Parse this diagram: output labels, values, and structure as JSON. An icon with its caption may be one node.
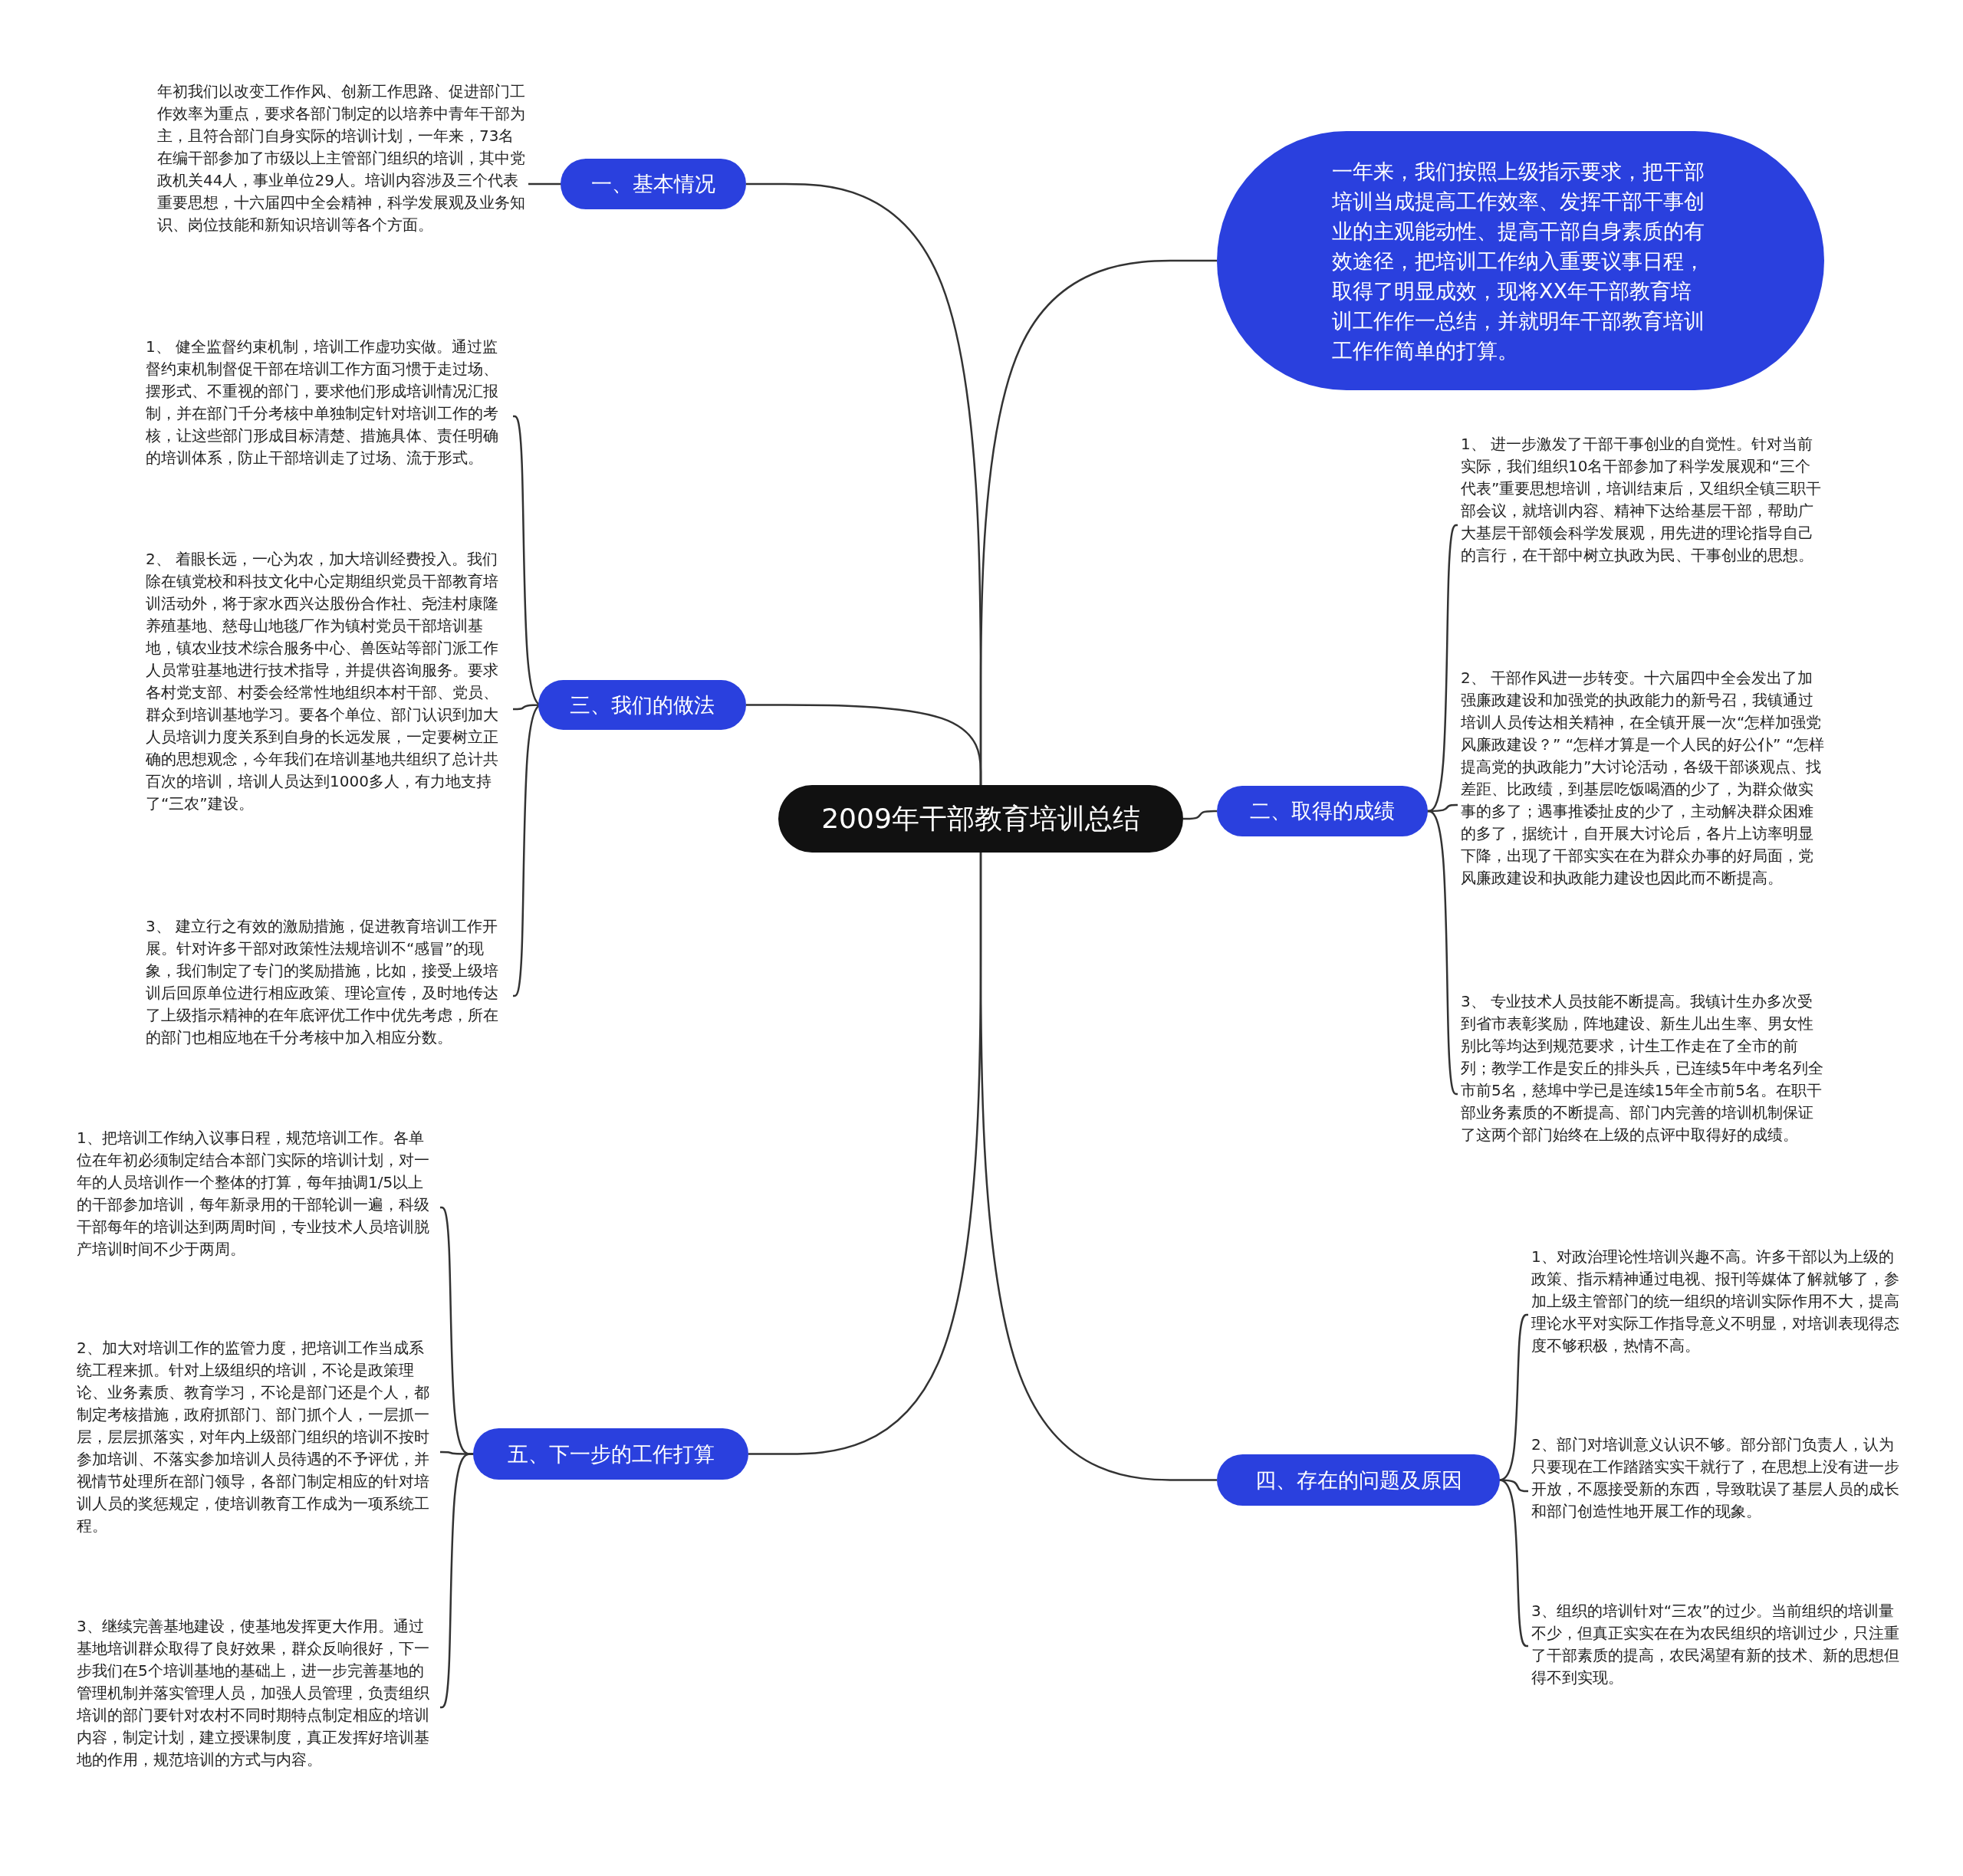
{
  "diagram": {
    "nodes": [
      {
        "text": [
          "2009年干部教育培训总结"
        ]
      },
      {
        "text": [
          "一、基本情况"
        ]
      },
      {
        "text": [
          "年初我们以改变工作作风、创新工作思路、促进部门工作效率为重点，要求各部门制定的以培养中青年干部为主，且符合部门自身实际的培训计划，一年来，73名在编干部参加了市级以上主管部门组织的培训，其中党政机关44人，事业单位29人。培训内容涉及三个代表重要思想，十六届四中全会精神，科学发展观及业务知识、岗位技能和新知识培训等各个方面。"
        ]
      },
      {
        "text": [
          "一年来，我们按照上级指示要求，把干部培训当成提高工作效率、发挥干部干事创业的主观能动性、提高干部自身素质的有效途径，把培训工作纳入重要议事日程，取得了明显成效，现将XX年干部教育培训工作作一总结，并就明年干部教育培训工作作简单的打算。"
        ]
      },
      {
        "text": [
          "二、取得的成绩"
        ]
      },
      {
        "text": [
          "1、 进一步激发了干部干事创业的自觉性。针对当前实际，我们组织10名干部参加了科学发展观和“三个代表”重要思想培训，培训结束后，又组织全镇三职干部会议，就培训内容、精神下达给基层干部，帮助广大基层干部领会科学发展观，用先进的理论指导自己的言行，在干部中树立执政为民、干事创业的思想。"
        ]
      },
      {
        "text": [
          "2、 干部作风进一步转变。十六届四中全会发出了加强廉政建设和加强党的执政能力的新号召，我镇通过培训人员传达相关精神，在全镇开展一次“怎样加强党风廉政建设？” “怎样才算是一个人民的好公仆” “怎样提高党的执政能力”大讨论活动，各级干部谈观点、找差距、比政绩，到基层吃饭喝酒的少了，为群众做实事的多了；遇事推诿扯皮的少了，主动解决群众困难的多了，据统计，自开展大讨论后，各片上访率明显下降，出现了干部实实在在为群众办事的好局面，党风廉政建设和执政能力建设也因此而不断提高。"
        ]
      },
      {
        "text": [
          "3、 专业技术人员技能不断提高。我镇计生办多次受到省市表彰奖励，阵地建设、新生儿出生率、男女性别比等均达到规范要求，计生工作走在了全市的前列；教学工作是安丘的排头兵，已连续5年中考名列全市前5名，慈埠中学已是连续15年全市前5名。在职干部业务素质的不断提高、部门内完善的培训机制保证了这两个部门始终在上级的点评中取得好的成绩。"
        ]
      },
      {
        "text": [
          "三、我们的做法"
        ]
      },
      {
        "text": [
          "1、 健全监督约束机制，培训工作虚功实做。通过监督约束机制督促干部在培训工作方面习惯于走过场、摆形式、不重视的部门，要求他们形成培训情况汇报制，并在部门千分考核中单独制定针对培训工作的考核，让这些部门形成目标清楚、措施具体、责任明确的培训体系，防止干部培训走了过场、流于形式。"
        ]
      },
      {
        "text": [
          "2、 着眼长远，一心为农，加大培训经费投入。我们除在镇党校和科技文化中心定期组织党员干部教育培训活动外，将于家水西兴达股份合作社、尧洼村康隆养殖基地、慈母山地毯厂作为镇村党员干部培训基地，镇农业技术综合服务中心、兽医站等部门派工作人员常驻基地进行技术指导，并提供咨询服务。要求各村党支部、村委会经常性地组织本村干部、党员、群众到培训基地学习。要各个单位、部门认识到加大人员培训力度关系到自身的长远发展，一定要树立正确的思想观念，今年我们在培训基地共组织了总计共百次的培训，培训人员达到1000多人，有力地支持了“三农”建设。"
        ]
      },
      {
        "text": [
          "3、 建立行之有效的激励措施，促进教育培训工作开展。针对许多干部对政策性法规培训不“感冒”的现象，我们制定了专门的奖励措施，比如，接受上级培训后回原单位进行相应政策、理论宣传，及时地传达了上级指示精神的在年底评优工作中优先考虑，所在的部门也相应地在千分考核中加入相应分数。"
        ]
      },
      {
        "text": [
          "四、存在的问题及原因"
        ]
      },
      {
        "text": [
          "1、对政治理论性培训兴趣不高。许多干部以为上级的政策、指示精神通过电视、报刊等媒体了解就够了，参加上级主管部门的统一组织的培训实际作用不大，提高理论水平对实际工作指导意义不明显，对培训表现得态度不够积极，热情不高。"
        ]
      },
      {
        "text": [
          "2、部门对培训意义认识不够。部分部门负责人，认为只要现在工作踏踏实实干就行了，在思想上没有进一步开放，不愿接受新的东西，导致耽误了基层人员的成长和部门创造性地开展工作的现象。"
        ]
      },
      {
        "text": [
          "3、组织的培训针对“三农”的过少。当前组织的培训量不少，但真正实实在在为农民组织的培训过少，只注重了干部素质的提高，农民渴望有新的技术、新的思想但得不到实现。"
        ]
      },
      {
        "text": [
          "五、下一步的工作打算"
        ]
      },
      {
        "text": [
          "1、把培训工作纳入议事日程，规范培训工作。各单位在年初必须制定结合本部门实际的培训计划，对一年的人员培训作一个整体的打算，每年抽调1/5以上的干部参加培训，每年新录用的干部轮训一遍，科级干部每年的培训达到两周时间，专业技术人员培训脱产培训时间不少于两周。"
        ]
      },
      {
        "text": [
          "2、加大对培训工作的监管力度，把培训工作当成系统工程来抓。针对上级组织的培训，不论是政策理论、业务素质、教育学习，不论是部门还是个人，都制定考核措施，政府抓部门、部门抓个人，一层抓一层，层层抓落实，对年内上级部门组织的培训不按时参加培训、不落实参加培训人员待遇的不予评优，并视情节处理所在部门领导，各部门制定相应的针对培训人员的奖惩规定，使培训教育工作成为一项系统工程。"
        ]
      },
      {
        "text": [
          "3、继续完善基地建设，使基地发挥更大作用。通过基地培训群众取得了良好效果，群众反响很好，下一步我们在5个培训基地的基础上，进一步完善基地的管理机制并落实管理人员，加强人员管理，负责组织培训的部门要针对农村不同时期特点制定相应的培训内容，制定计划，建立授课制度，真正发挥好培训基地的作用，规范培训的方式与内容。"
        ]
      }
    ],
    "edges": [
      {
        "from": 0,
        "to": 1,
        "arrow": "none"
      },
      {
        "from": 1,
        "to": 2,
        "arrow": "none"
      },
      {
        "from": 0,
        "to": 3,
        "arrow": "none"
      },
      {
        "from": 0,
        "to": 4,
        "arrow": "none"
      },
      {
        "from": 4,
        "to": 5,
        "arrow": "none"
      },
      {
        "from": 4,
        "to": 6,
        "arrow": "none"
      },
      {
        "from": 4,
        "to": 7,
        "arrow": "none"
      },
      {
        "from": 0,
        "to": 8,
        "arrow": "none"
      },
      {
        "from": 8,
        "to": 9,
        "arrow": "none"
      },
      {
        "from": 8,
        "to": 10,
        "arrow": "none"
      },
      {
        "from": 8,
        "to": 11,
        "arrow": "none"
      },
      {
        "from": 0,
        "to": 12,
        "arrow": "none"
      },
      {
        "from": 12,
        "to": 13,
        "arrow": "none"
      },
      {
        "from": 12,
        "to": 14,
        "arrow": "none"
      },
      {
        "from": 12,
        "to": 15,
        "arrow": "none"
      },
      {
        "from": 0,
        "to": 16,
        "arrow": "none"
      },
      {
        "from": 16,
        "to": 17,
        "arrow": "none"
      },
      {
        "from": 16,
        "to": 18,
        "arrow": "none"
      },
      {
        "from": 16,
        "to": 19,
        "arrow": "none"
      }
    ]
  }
}
